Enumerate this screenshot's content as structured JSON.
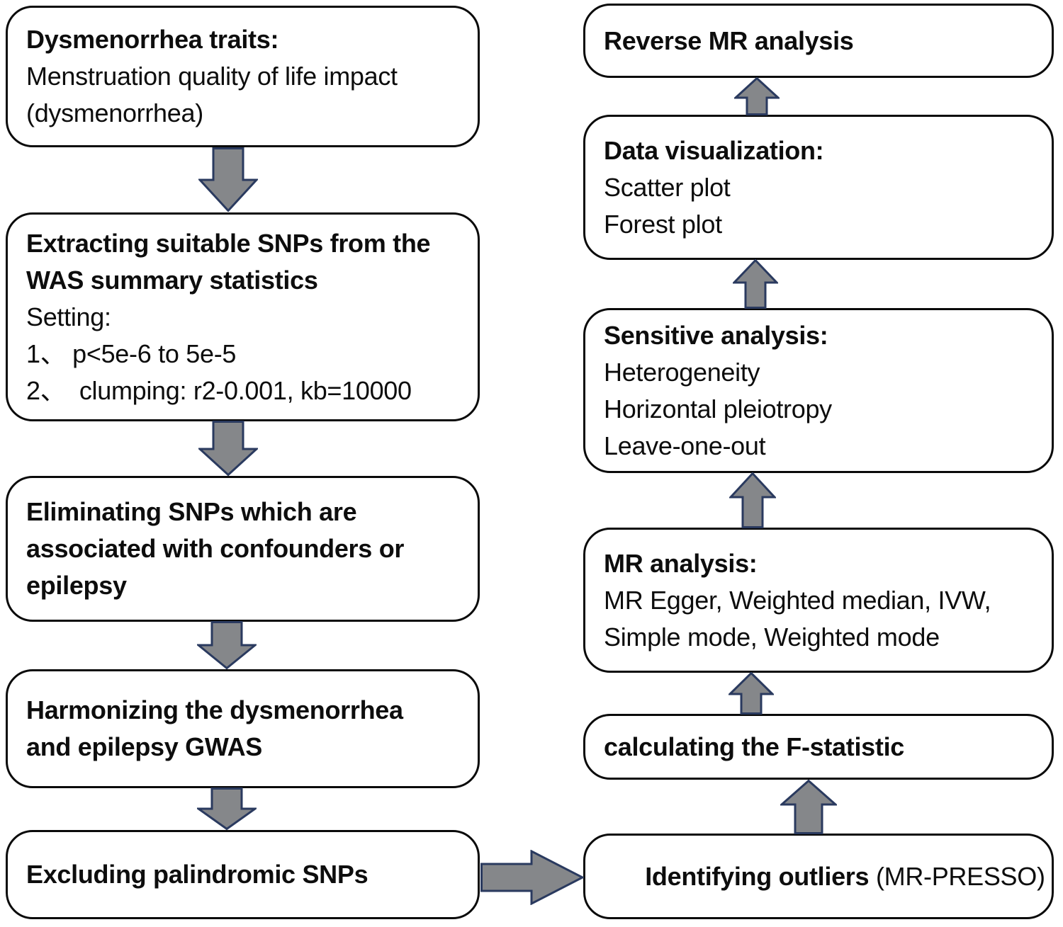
{
  "page": {
    "background": "#ffffff",
    "description_colors": {
      "box_border": "#0a0a0a",
      "box_fill": "#ffffff",
      "text": "#0d0d0d",
      "arrow_fill": "#85878a",
      "arrow_outline": "#2a3a5f"
    }
  },
  "flowchart": {
    "left_column": [
      {
        "name": "dysmenorrhea-traits",
        "lines": [
          {
            "text": "Dysmenorrhea traits:",
            "style": "bold"
          },
          {
            "text": "Menstruation quality of life impact",
            "style": "normal"
          },
          {
            "text": "(dysmenorrhea)",
            "style": "normal"
          }
        ]
      },
      {
        "name": "extracting-snps",
        "lines": [
          {
            "text": "Extracting suitable SNPs from the",
            "style": "bold"
          },
          {
            "text": "WAS summary statistics",
            "style": "bold"
          },
          {
            "text": "Setting:",
            "style": "normal"
          },
          {
            "text": "1、 p<5e-6 to 5e-5",
            "style": "normal"
          },
          {
            "text": "2、  clumping: r2-0.001, kb=10000",
            "style": "normal"
          }
        ]
      },
      {
        "name": "eliminating-snps",
        "lines": [
          {
            "text": "Eliminating SNPs which are",
            "style": "bold"
          },
          {
            "text": "associated with confounders or",
            "style": "bold"
          },
          {
            "text": "epilepsy",
            "style": "bold"
          }
        ]
      },
      {
        "name": "harmonizing-gwas",
        "lines": [
          {
            "text": "Harmonizing the dysmenorrhea",
            "style": "bold"
          },
          {
            "text": "and epilepsy GWAS",
            "style": "bold"
          }
        ]
      },
      {
        "name": "excluding-palindromic-snps",
        "lines": [
          {
            "text": "Excluding palindromic SNPs",
            "style": "bold"
          }
        ]
      }
    ],
    "right_column": [
      {
        "name": "reverse-mr-analysis",
        "lines": [
          {
            "text": "Reverse MR analysis",
            "style": "bold"
          }
        ]
      },
      {
        "name": "data-visualization",
        "lines": [
          {
            "text": "Data visualization:",
            "style": "bold"
          },
          {
            "text": "Scatter plot",
            "style": "normal"
          },
          {
            "text": "Forest plot",
            "style": "normal"
          }
        ]
      },
      {
        "name": "sensitive-analysis",
        "lines": [
          {
            "text": "Sensitive analysis:",
            "style": "bold"
          },
          {
            "text": "Heterogeneity",
            "style": "normal"
          },
          {
            "text": "Horizontal pleiotropy",
            "style": "normal"
          },
          {
            "text": "Leave-one-out",
            "style": "normal"
          }
        ]
      },
      {
        "name": "mr-analysis",
        "lines": [
          {
            "text": "MR analysis:",
            "style": "bold"
          },
          {
            "text": "MR Egger, Weighted median, IVW,",
            "style": "normal"
          },
          {
            "text": "Simple mode, Weighted mode",
            "style": "normal"
          }
        ]
      },
      {
        "name": "calculating-f-statistic",
        "lines": [
          {
            "text": "calculating the F-statistic",
            "style": "bold"
          }
        ]
      },
      {
        "name": "identifying-outliers",
        "segments": [
          {
            "text": "Identifying outliers ",
            "style": "bold"
          },
          {
            "text": "(MR-PRESSO)",
            "style": "normal"
          }
        ]
      }
    ]
  }
}
